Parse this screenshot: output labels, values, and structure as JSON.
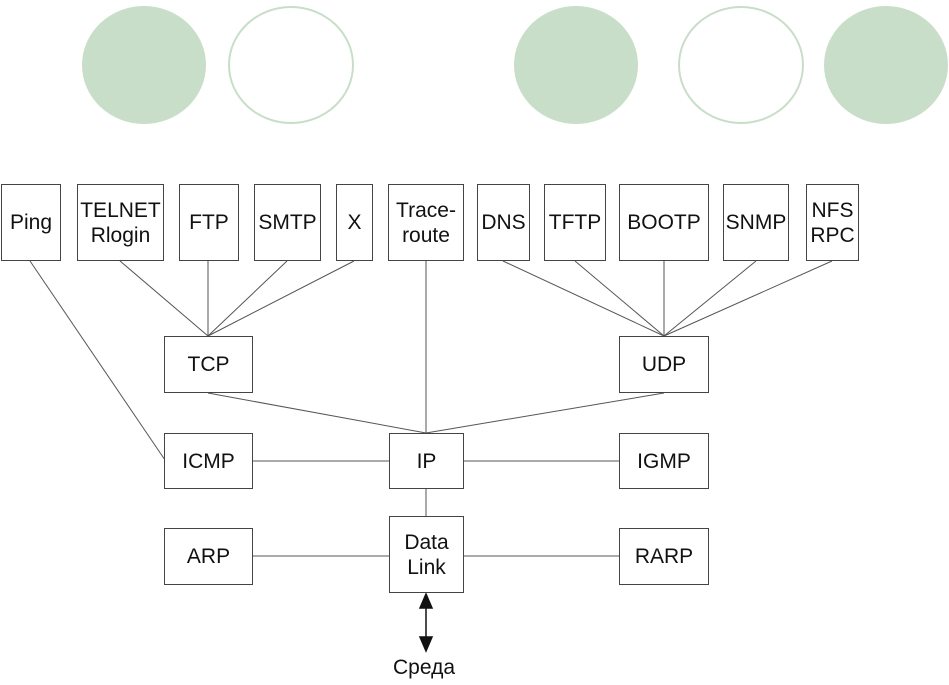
{
  "colors": {
    "decor": "#c9dec9",
    "line": "#555555",
    "border": "#444444"
  },
  "nodes": {
    "ping": "Ping",
    "telnet": "TELNET\nRlogin",
    "ftp": "FTP",
    "smtp": "SMTP",
    "x": "X",
    "traceroute": "Trace-\nroute",
    "dns": "DNS",
    "tftp": "TFTP",
    "bootp": "BOOTP",
    "snmp": "SNMP",
    "nfs": "NFS\nRPC",
    "tcp": "TCP",
    "udp": "UDP",
    "icmp": "ICMP",
    "ip": "IP",
    "igmp": "IGMP",
    "arp": "ARP",
    "datalink": "Data\nLink",
    "rarp": "RARP"
  },
  "media": {
    "label": "Среда"
  }
}
